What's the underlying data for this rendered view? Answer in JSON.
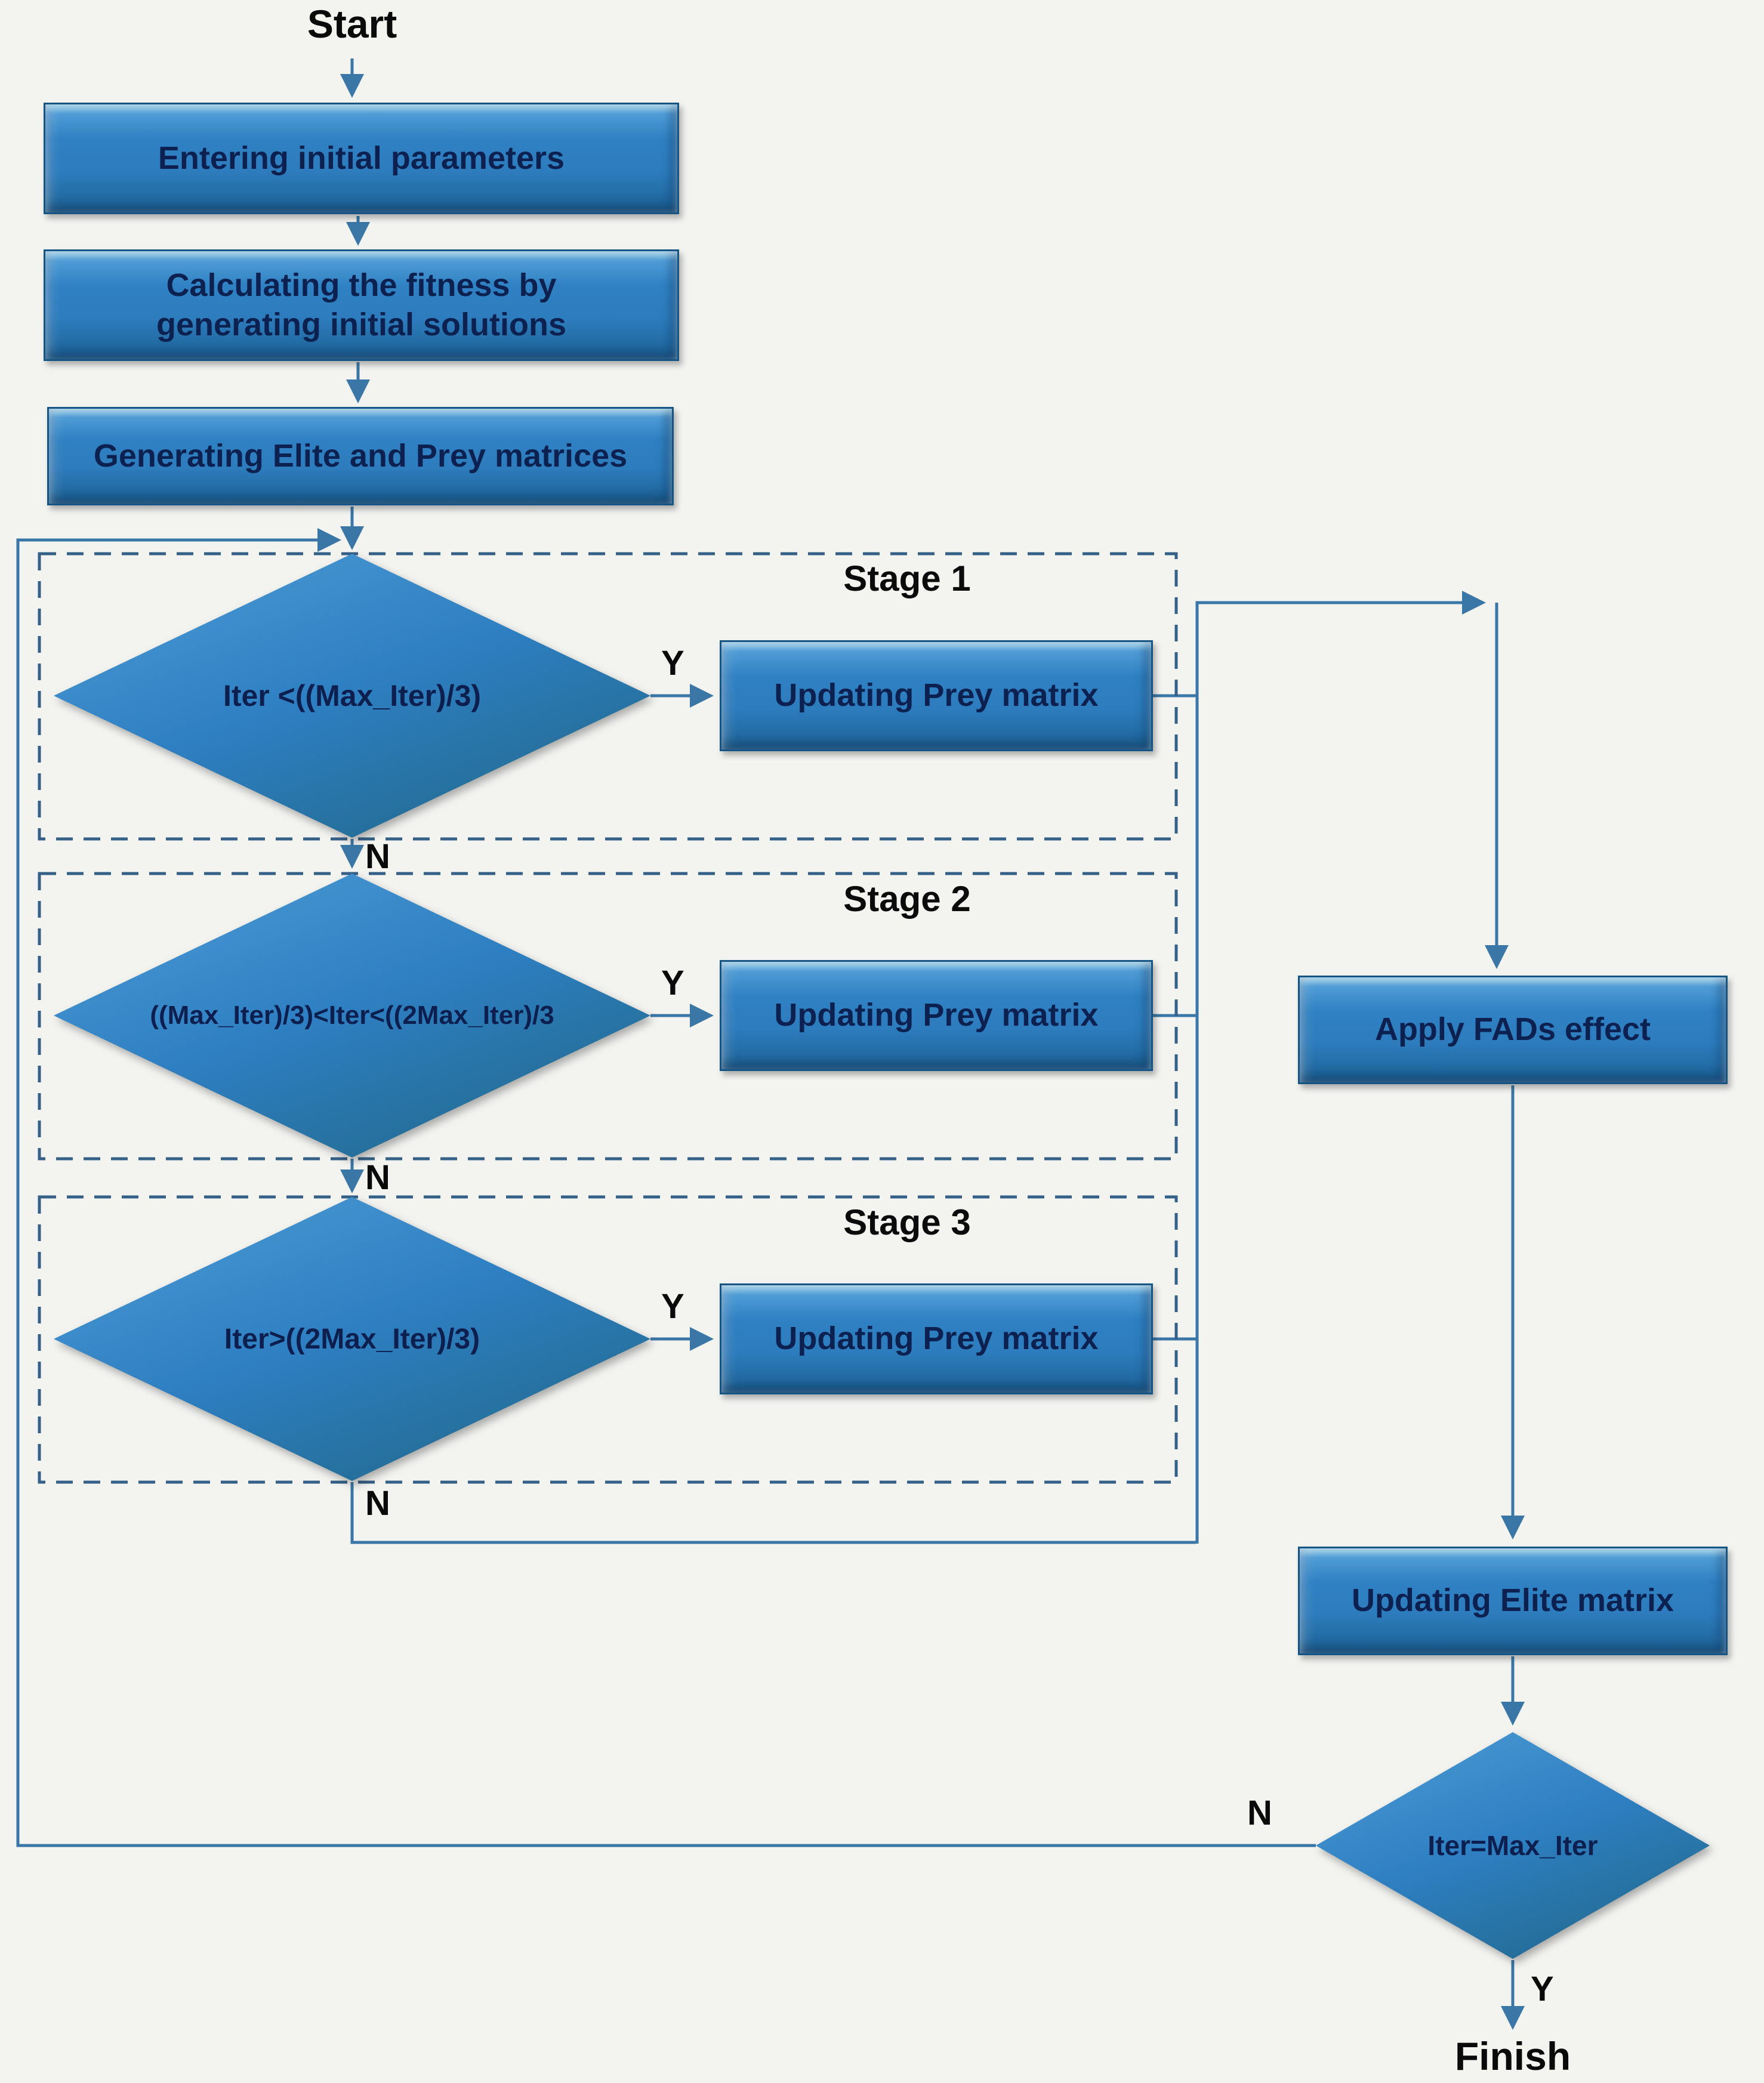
{
  "flowchart": {
    "labels": {
      "start": "Start",
      "finish": "Finish",
      "yes": "Y",
      "no": "N"
    },
    "stages": [
      {
        "label": "Stage 1"
      },
      {
        "label": "Stage 2"
      },
      {
        "label": "Stage 3"
      }
    ],
    "nodes": {
      "entering": "Entering initial parameters",
      "calculating": "Calculating the fitness by generating initial solutions",
      "generating": "Generating Elite and Prey matrices",
      "updating_prey": "Updating Prey matrix",
      "apply_fads": "Apply FADs effect",
      "updating_elite": "Updating Elite matrix"
    },
    "decisions": {
      "stage1": "Iter <((Max_Iter)/3)",
      "stage2": "((Max_Iter)/3)<Iter<((2Max_Iter)/3",
      "stage3": "Iter>((2Max_Iter)/3)",
      "final": "Iter=Max_Iter"
    },
    "colors": {
      "shape_fill": "#2e7fc2",
      "shape_edge": "#155585",
      "connector": "#3a76a6",
      "dashed_border": "#356088",
      "shape_text": "#0c2150",
      "label_text": "#0a0a0a",
      "background": "#f3f3f0"
    }
  }
}
